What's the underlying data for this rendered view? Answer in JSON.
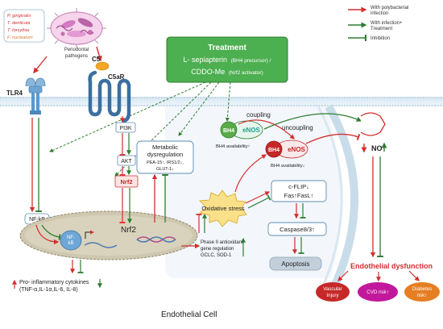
{
  "pathogens": {
    "species": [
      "P. gingivalis",
      "T. denticola",
      "T. forsythia",
      "F. nucleatum"
    ],
    "label_line1": "Periodontal",
    "label_line2": "pathogens"
  },
  "legend": {
    "items": [
      {
        "text_line1": "With polybacterial",
        "text_line2": "infection",
        "color": "#d32f2f"
      },
      {
        "text_line1": "With infection+",
        "text_line2": "Treatment",
        "color": "#2e7d32"
      },
      {
        "text_line1": "Inhibition",
        "text_line2": "",
        "color": "#2e7d32"
      }
    ]
  },
  "treatment": {
    "title": "Treatment",
    "line1_main": "L- sepiapterin",
    "line1_note": "(BH4 precursor) /",
    "line2_main": "CDDO-Me",
    "line2_note": "(Nrf2 activator)"
  },
  "receptors": {
    "tlr4": "TLR4",
    "c5": "C5",
    "c5ar": "C5aR"
  },
  "signaling": {
    "pi3k": "PI3K",
    "akt": "AKT",
    "nrf2": "Nrf2",
    "nfkb": "NF-kB",
    "nucleus_nfkb_line1": "NF-",
    "nucleus_nfkb_line2": "kB",
    "nucleus_nrf2": "Nrf2"
  },
  "metabolic": {
    "title_line1": "Metabolic",
    "title_line2": "dysregulation",
    "detail_line1": "PEA-15↑, IRS1/2↓,",
    "detail_line2": "GLUT-1↓"
  },
  "enos": {
    "coupling": "coupling",
    "uncoupling": "uncoupling",
    "bh4": "BH4",
    "enos": "eNOS",
    "availability_up": "BH4 availability↑",
    "availability_down": "BH4 availability↓"
  },
  "apoptosis": {
    "cflip": "c-FLIP↓",
    "fas": "Fas↑FasL↑",
    "caspase": "Caspase8/3↑",
    "apoptosis": "Apoptosis"
  },
  "oxidative_stress": "Oxidative stress",
  "phase2": {
    "line1": "Phase II antioxidant",
    "line2": "gene regulation",
    "line3": "GCLC, SOD-1"
  },
  "no_label": "NO",
  "endothelial_dysfunction": "Endothelial dysfunction",
  "outcomes": {
    "vascular_line1": "Vascular",
    "vascular_line2": "Injury",
    "cvd": "CVD risk↑",
    "diabetes_line1": "Diabetes",
    "diabetes_line2": "risk↑"
  },
  "cytokines": {
    "line1": "Pro- inflammatory cytokines",
    "line2": "(TNF-α,IL-1α,IL-6, IL-8)"
  },
  "cell_label": "Endothelial Cell",
  "colors": {
    "red": "#d32f2f",
    "green": "#2e7d32",
    "treatment_green": "#43a047",
    "nrf2_box": "#ffe4e4",
    "vascular": "#c62828",
    "cvd": "#c2189b",
    "diabetes": "#e67e22",
    "enos_teal": "#1fa28e",
    "star": "#fbe08a"
  }
}
